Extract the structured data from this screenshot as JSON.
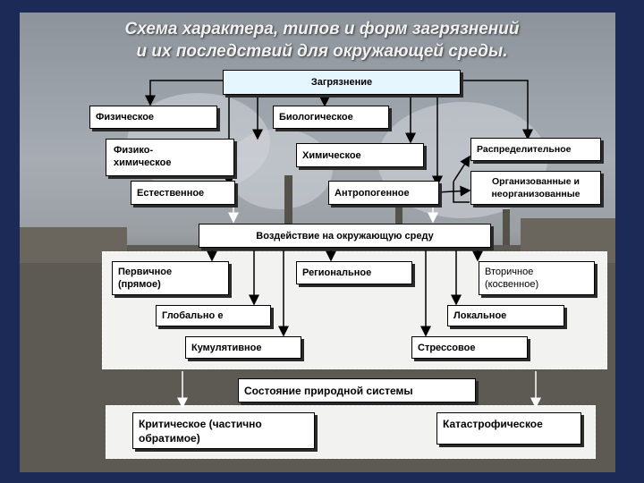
{
  "title": {
    "line1": "Схема характера, типов и форм загрязнений",
    "line2": "и их последствий для окружающей среды."
  },
  "nodes": {
    "pollution": "Загрязнение",
    "physical": "Физическое",
    "biological": "Биологическое",
    "physchem_1": "Физико-",
    "physchem_2": "химическое",
    "chemical": "Химическое",
    "distributive": "Распределительное",
    "natural": "Естественное",
    "anthropogenic": "Антропогенное",
    "organized_1": "Организованные и",
    "organized_2": "неорганизованные",
    "impact": "Воздействие на окружающую среду",
    "primary_1": "Первичное",
    "primary_2": "(прямое)",
    "regional": "Региональное",
    "secondary_1": "Вторичное",
    "secondary_2": "(косвенное)",
    "global": "Глобально е",
    "local": "Локальное",
    "cumulative": "Кумулятивное",
    "stress": "Стрессовое",
    "state": "Состояние природной системы",
    "critical_1": "Критическое (частично",
    "critical_2": "обратимое)",
    "catastrophic": "Катастрофическое"
  }
}
